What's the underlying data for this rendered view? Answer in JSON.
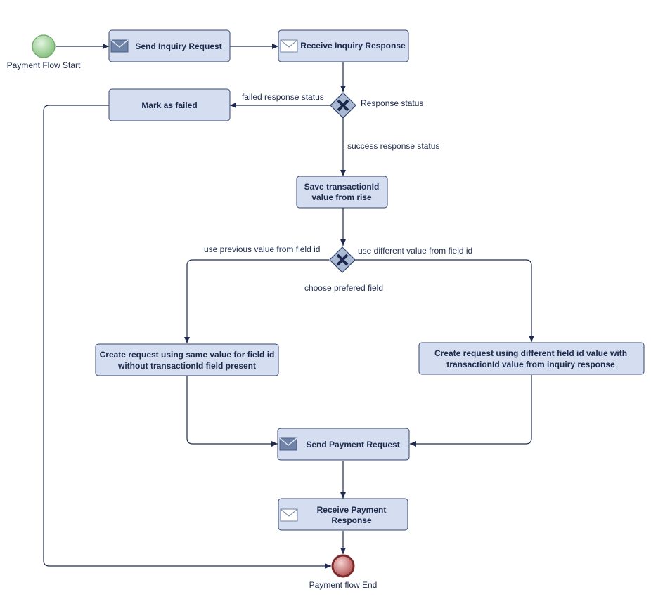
{
  "nodes": {
    "start": {
      "label": "Payment Flow Start"
    },
    "send_inquiry": {
      "label": "Send Inquiry Request",
      "icon": "envelope-filled-icon"
    },
    "receive_inquiry": {
      "label": "Receive Inquiry Response",
      "icon": "envelope-outline-icon"
    },
    "response_gateway": {
      "label": "Response status"
    },
    "mark_failed": {
      "label": "Mark as failed"
    },
    "save_transaction": {
      "line1": "Save transactionId",
      "line2": "value from rise"
    },
    "field_gateway": {
      "label": "choose prefered field"
    },
    "create_same": {
      "line1": "Create request using same value for field id",
      "line2": "without transactionId field present"
    },
    "create_different": {
      "line1": "Create request using different field id value with",
      "line2": "transactionId value from inquiry response"
    },
    "send_payment": {
      "label": "Send Payment Request",
      "icon": "envelope-filled-icon"
    },
    "receive_payment": {
      "line1": "Receive Payment",
      "line2": "Response",
      "icon": "envelope-outline-icon"
    },
    "end": {
      "label": "Payment flow End"
    }
  },
  "flows": {
    "failed": "failed response status",
    "success": "success response status",
    "previous_value": "use previous value from field id",
    "different_value": "use different value from field id"
  },
  "colors": {
    "task_fill": "#d4def0",
    "task_stroke": "#33466e",
    "text": "#1d2a4d",
    "start_fill": "#9fd39a",
    "end_fill": "#c96a6a",
    "gateway_fill": "#a9b8d3"
  }
}
